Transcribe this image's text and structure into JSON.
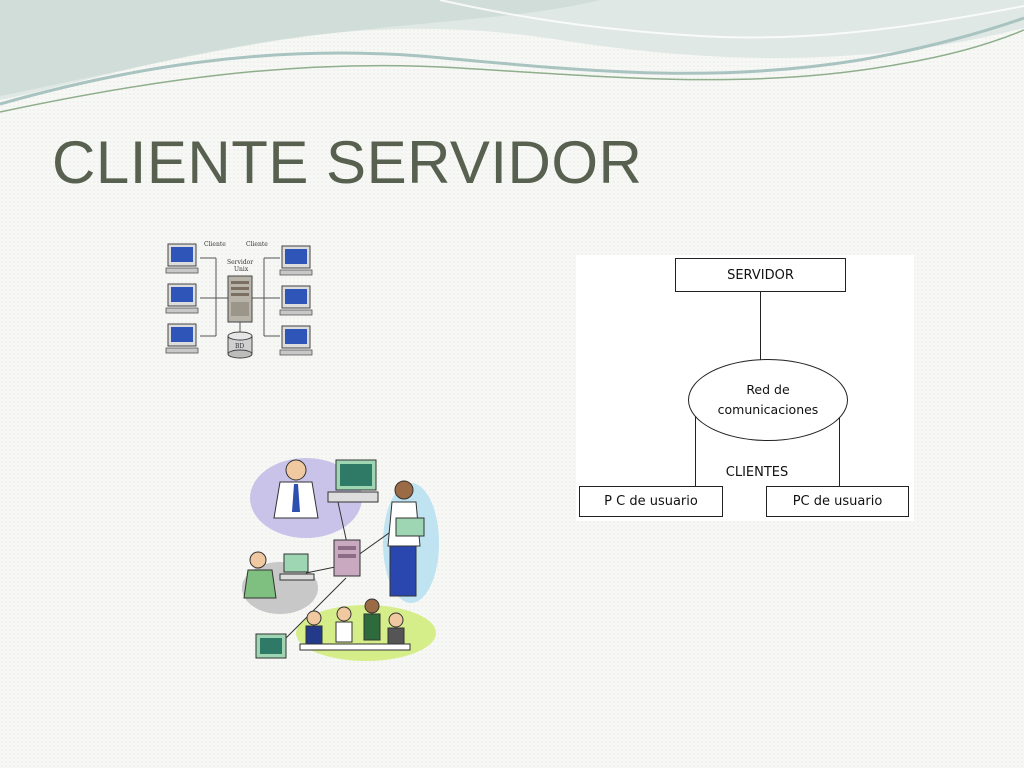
{
  "slide": {
    "title": "CLIENTE SERVIDOR"
  },
  "net_clipart": {
    "label_client_1": "Cliente",
    "label_client_2": "Cliente",
    "label_server_line1": "Servidor",
    "label_server_line2": "Unix",
    "label_db": "BD"
  },
  "diagram": {
    "server": "SERVIDOR",
    "network_line1": "Red de",
    "network_line2": "comunicaciones",
    "clients_heading": "CLIENTES",
    "client_1": "P C de usuario",
    "client_2": "PC de usuario"
  },
  "colors": {
    "title": "#58614f",
    "wave_teal": "#a9c4c0",
    "wave_green": "#8fae8c"
  }
}
